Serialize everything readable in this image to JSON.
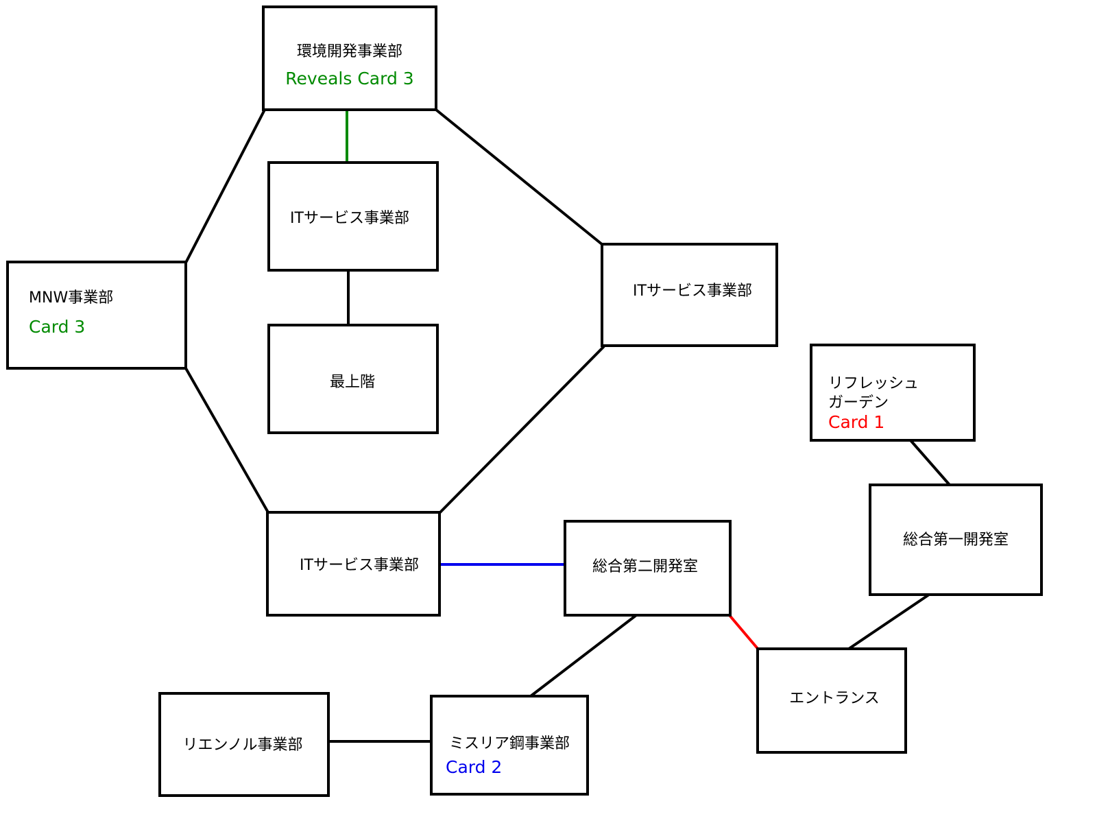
{
  "nodes": {
    "kankyo": {
      "label": "環境開発事業部",
      "note": "Reveals Card 3"
    },
    "it_top": {
      "label": "ITサービス事業部"
    },
    "saijokai": {
      "label": "最上階"
    },
    "mnw": {
      "label": "MNW事業部",
      "note": "Card 3"
    },
    "it_right": {
      "label": "ITサービス事業部"
    },
    "it_bottom": {
      "label": "ITサービス事業部"
    },
    "sogo2": {
      "label": "総合第二開発室"
    },
    "refresh": {
      "label1": "リフレッシュ",
      "label2": "ガーデン",
      "note": "Card 1"
    },
    "sogo1": {
      "label": "総合第一開発室"
    },
    "entrance": {
      "label": "エントランス"
    },
    "misuria": {
      "label": "ミスリア鋼事業部",
      "note": "Card 2"
    },
    "riennoru": {
      "label": "リエンノル事業部"
    }
  },
  "colors": {
    "green": "#008a00",
    "red": "#ff0000",
    "blue": "#0000ee",
    "black": "#000000"
  }
}
